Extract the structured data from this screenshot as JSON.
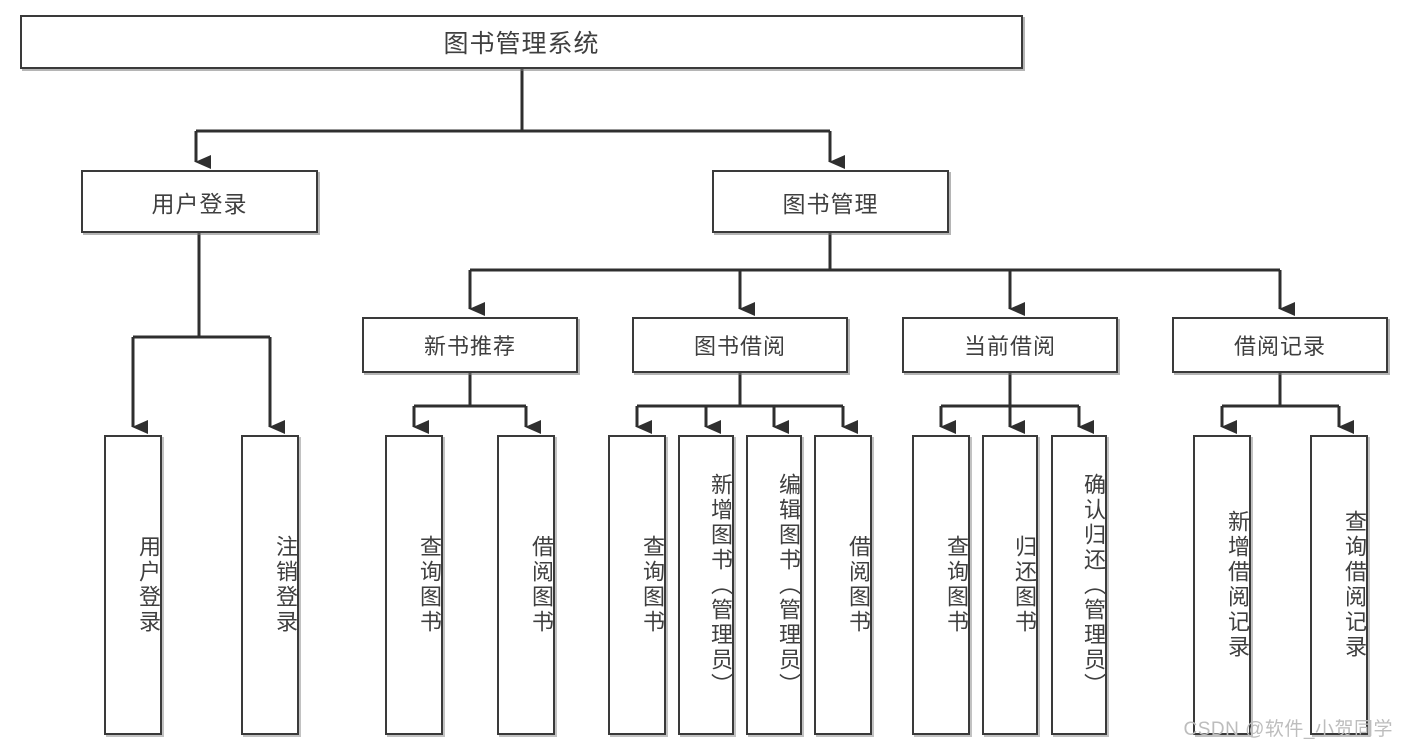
{
  "diagram": {
    "title": "图书管理系统",
    "type": "tree",
    "watermark": "CSDN @软件_小贺同学",
    "colors": {
      "box_border": "#3a3a3a",
      "box_fill": "#ffffff",
      "edge": "#2f2f2f",
      "text": "#3f3f3f",
      "watermark": "#bdbdbd",
      "background": "#ffffff"
    },
    "nodes": {
      "root": {
        "id": "root",
        "label": "图书管理系统",
        "level": 0
      },
      "level1": [
        {
          "id": "user-login",
          "label": "用户登录",
          "level": 1
        },
        {
          "id": "book-manage",
          "label": "图书管理",
          "level": 1
        }
      ],
      "level2": [
        {
          "id": "new-book-rec",
          "label": "新书推荐",
          "level": 2,
          "parent": "book-manage"
        },
        {
          "id": "book-borrow",
          "label": "图书借阅",
          "level": 2,
          "parent": "book-manage"
        },
        {
          "id": "current-borrow",
          "label": "当前借阅",
          "level": 2,
          "parent": "book-manage"
        },
        {
          "id": "borrow-record",
          "label": "借阅记录",
          "level": 2,
          "parent": "book-manage"
        }
      ],
      "leaves": [
        {
          "id": "leaf-user-login",
          "label": "用户登录",
          "parent": "user-login"
        },
        {
          "id": "leaf-logout",
          "label": "注销登录",
          "parent": "user-login"
        },
        {
          "id": "leaf-query-book-1",
          "label": "查询图书",
          "parent": "new-book-rec"
        },
        {
          "id": "leaf-borrow-book-1",
          "label": "借阅图书",
          "parent": "new-book-rec"
        },
        {
          "id": "leaf-query-book-2",
          "label": "查询图书",
          "parent": "book-borrow"
        },
        {
          "id": "leaf-add-book",
          "label": "新增图书（管理员）",
          "parent": "book-borrow"
        },
        {
          "id": "leaf-edit-book",
          "label": "编辑图书（管理员）",
          "parent": "book-borrow"
        },
        {
          "id": "leaf-borrow-book-2",
          "label": "借阅图书",
          "parent": "book-borrow"
        },
        {
          "id": "leaf-query-book-3",
          "label": "查询图书",
          "parent": "current-borrow"
        },
        {
          "id": "leaf-return-book",
          "label": "归还图书",
          "parent": "current-borrow"
        },
        {
          "id": "leaf-confirm-return",
          "label": "确认归还（管理员）",
          "parent": "current-borrow"
        },
        {
          "id": "leaf-add-record",
          "label": "新增借阅记录",
          "parent": "borrow-record"
        },
        {
          "id": "leaf-query-record",
          "label": "查询借阅记录",
          "parent": "borrow-record"
        }
      ]
    }
  }
}
